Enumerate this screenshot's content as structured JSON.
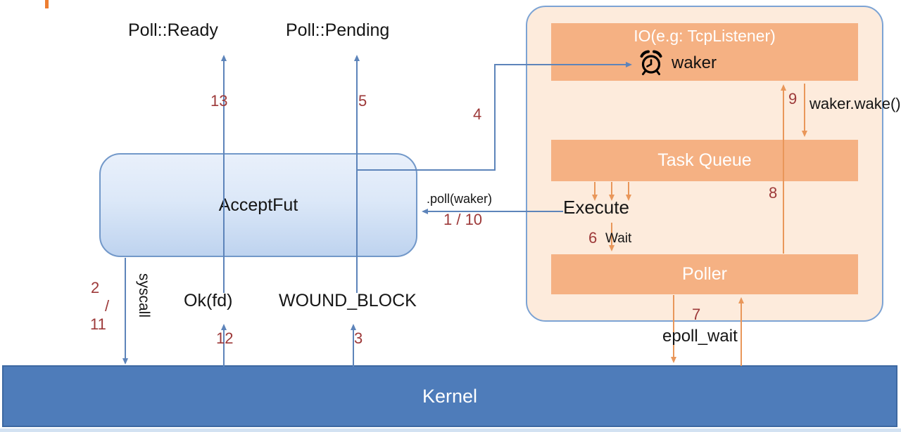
{
  "labels": {
    "poll_ready": "Poll::Ready",
    "poll_pending": "Poll::Pending",
    "accept_fut": "AcceptFut",
    "poll_call": ".poll(waker)",
    "syscall": "syscall",
    "ok_fd": "Ok(fd)",
    "wound_block": "WOUND_BLOCK",
    "kernel": "Kernel",
    "io_title": "IO(e.g: TcpListener)",
    "waker": "waker",
    "task_queue": "Task Queue",
    "execute": "Execute",
    "wait": "Wait",
    "poller": "Poller",
    "waker_wake": "waker.wake()",
    "epoll_wait": "epoll_wait"
  },
  "steps": {
    "s1_10": "1 / 10",
    "s2": "2",
    "slash": "/",
    "s11": "11",
    "s3": "3",
    "s4": "4",
    "s5": "5",
    "s6": "6",
    "s7": "7",
    "s8": "8",
    "s9": "9",
    "s12": "12",
    "s13": "13"
  },
  "colors": {
    "blue_line": "#5d84ba",
    "orange_line": "#e9975a",
    "step_number": "#9d3939",
    "box_orange": "#f5b183",
    "runtime_bg": "#fdebdc",
    "accent_tick": "#ED7D31",
    "kernel_bg": "#4e7cba"
  },
  "icons": {
    "waker_icon": "alarm-clock"
  }
}
